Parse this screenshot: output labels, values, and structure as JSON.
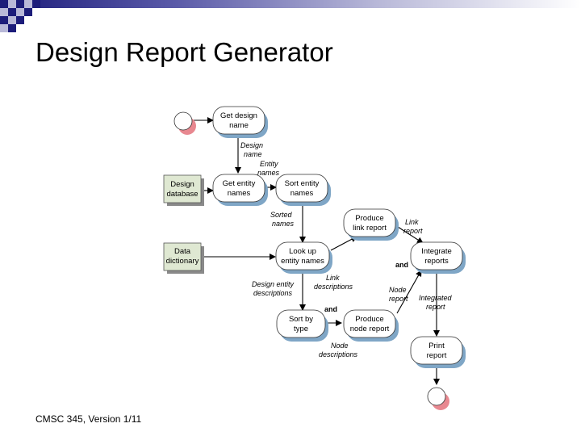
{
  "title": "Design Report Generator",
  "footer": "CMSC 345, Version 1/11",
  "diagram": {
    "activities": {
      "get_design_name": [
        "Get design",
        "name"
      ],
      "get_entity_names": [
        "Get entity",
        "names"
      ],
      "sort_entity_names": [
        "Sort entity",
        "names"
      ],
      "produce_link_report": [
        "Produce",
        "link report"
      ],
      "look_up_entity_names": [
        "Look up",
        "entity names"
      ],
      "integrate_reports": [
        "Integrate",
        "reports"
      ],
      "sort_by_type": [
        "Sort by",
        "type"
      ],
      "produce_node_report": [
        "Produce",
        "node report"
      ],
      "print_report": [
        "Print",
        "report"
      ]
    },
    "stores": {
      "design_database": [
        "Design",
        "database"
      ],
      "data_dictionary": [
        "Data",
        "dictionary"
      ]
    },
    "flow_labels": {
      "design_name": [
        "Design",
        "name"
      ],
      "entity_names": [
        "Entity",
        "names"
      ],
      "sorted_names": [
        "Sorted",
        "names"
      ],
      "link_report": [
        "Link",
        "report"
      ],
      "link_descriptions": [
        "Link",
        "descriptions"
      ],
      "design_entity_descriptions": [
        "Design entity",
        "descriptions"
      ],
      "node_report": [
        "Node",
        "report"
      ],
      "integrated_report": [
        "Integrated",
        "report"
      ],
      "node_descriptions": [
        "Node",
        "descriptions"
      ]
    },
    "and_labels": {
      "integrate": "and",
      "sort": "and"
    }
  }
}
